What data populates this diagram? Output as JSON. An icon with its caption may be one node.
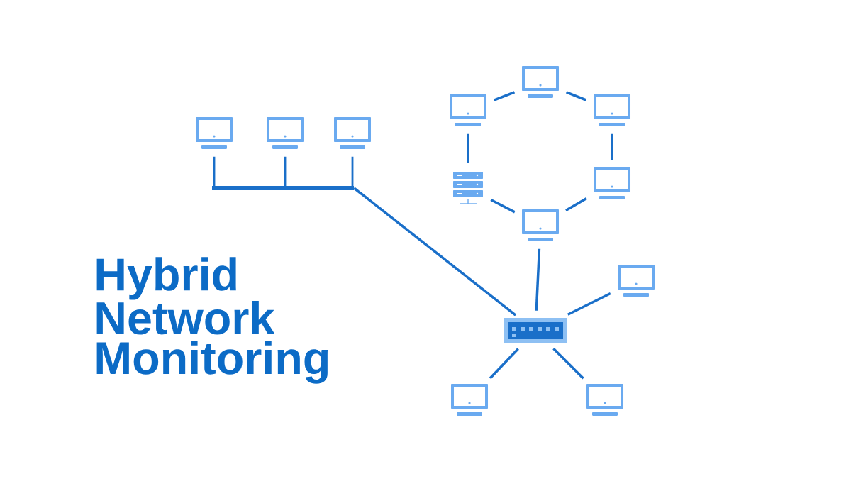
{
  "diagram": {
    "title": "Hybrid Network Monitoring",
    "nodes": [
      {
        "text": [],
        "shape": "computer"
      },
      {
        "text": [],
        "shape": "computer"
      },
      {
        "text": [],
        "shape": "computer"
      },
      {
        "text": [],
        "shape": "computer"
      },
      {
        "text": [],
        "shape": "computer"
      },
      {
        "text": [],
        "shape": "computer"
      },
      {
        "text": [],
        "shape": "server"
      },
      {
        "text": [],
        "shape": "computer"
      },
      {
        "text": [],
        "shape": "bar"
      },
      {
        "text": [],
        "shape": "computer"
      },
      {
        "text": [],
        "shape": "computer"
      },
      {
        "text": [],
        "shape": "switch"
      },
      {
        "text": [],
        "shape": "computer"
      },
      {
        "text": [],
        "shape": "computer"
      }
    ],
    "edges": [
      {
        "from": 3,
        "to": 8,
        "arrow": "none"
      },
      {
        "from": 4,
        "to": 8,
        "arrow": "none"
      },
      {
        "from": 5,
        "to": 8,
        "arrow": "none"
      },
      {
        "from": 8,
        "to": 11,
        "arrow": "none"
      },
      {
        "from": 0,
        "to": 1,
        "arrow": "none"
      },
      {
        "from": 0,
        "to": 2,
        "arrow": "none"
      },
      {
        "from": 1,
        "to": 6,
        "arrow": "none"
      },
      {
        "from": 2,
        "to": 7,
        "arrow": "none"
      },
      {
        "from": 7,
        "to": 9,
        "arrow": "none"
      },
      {
        "from": 6,
        "to": 9,
        "arrow": "none"
      },
      {
        "from": 9,
        "to": 11,
        "arrow": "none"
      },
      {
        "from": 11,
        "to": 10,
        "arrow": "none"
      },
      {
        "from": 11,
        "to": 12,
        "arrow": "none"
      },
      {
        "from": 11,
        "to": 13,
        "arrow": "none"
      }
    ]
  }
}
